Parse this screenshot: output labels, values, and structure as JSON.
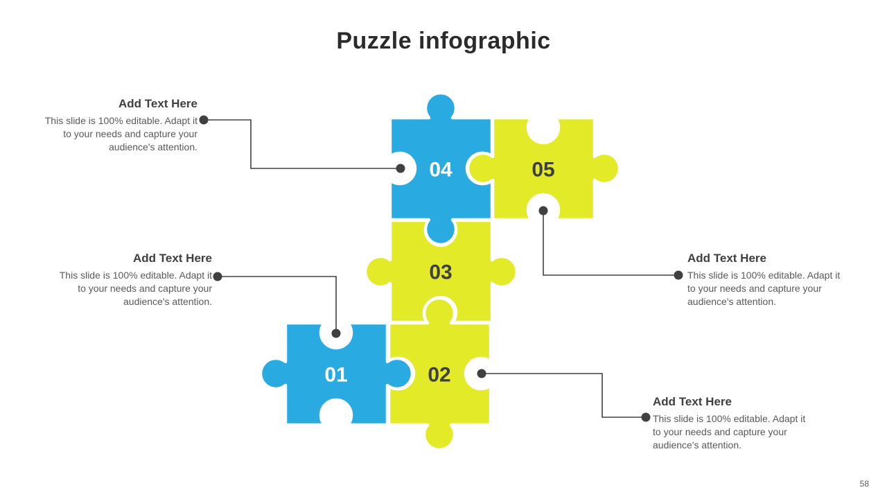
{
  "slide": {
    "title": "Puzzle infographic",
    "page_number": "58"
  },
  "colors": {
    "blue": "#29ABE2",
    "yellow": "#E3EA28",
    "white": "#FFFFFF",
    "number_dark": "#404040",
    "connector": "#404040"
  },
  "pieces": [
    {
      "label": "01",
      "color": "blue"
    },
    {
      "label": "02",
      "color": "yellow"
    },
    {
      "label": "03",
      "color": "yellow"
    },
    {
      "label": "04",
      "color": "blue"
    },
    {
      "label": "05",
      "color": "yellow"
    }
  ],
  "annotations": [
    {
      "heading": "Add Text Here",
      "body": "This slide is 100% editable. Adapt it to your needs and capture your audience's attention.",
      "position": "top-left"
    },
    {
      "heading": "Add Text Here",
      "body": "This slide is 100% editable. Adapt it to your needs and capture your audience's attention.",
      "position": "middle-left"
    },
    {
      "heading": "Add Text Here",
      "body": "This slide is 100% editable. Adapt it to your needs and capture your audience's attention.",
      "position": "middle-right"
    },
    {
      "heading": "Add Text Here",
      "body": "This slide is 100% editable. Adapt it to your needs and capture your audience's attention.",
      "position": "bottom-right"
    }
  ]
}
